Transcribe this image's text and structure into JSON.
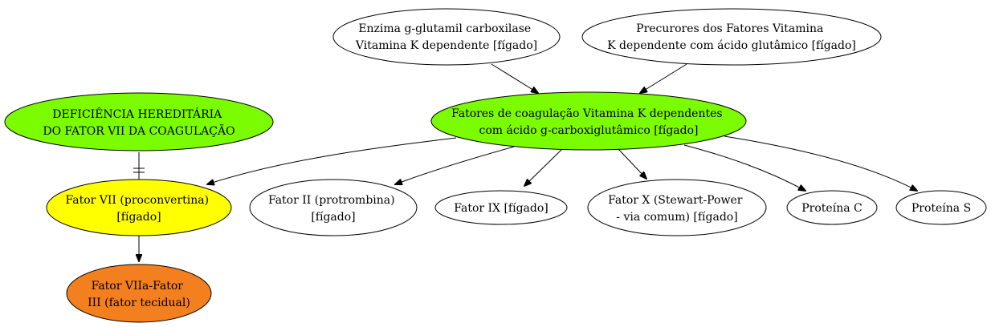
{
  "colors": {
    "green": "#7cfc00",
    "yellow": "#ffff00",
    "orange": "#f47f1f",
    "white": "#ffffff"
  },
  "nodes": {
    "enzima": {
      "line1": "Enzima g-glutamil carboxilase",
      "line2": "Vitamina K dependente [fígado]"
    },
    "precursores": {
      "line1": "Precurores dos Fatores Vitamina",
      "line2": "K dependente com ácido glutâmico [fígado]"
    },
    "fatores": {
      "line1": "Fatores de coagulação Vitamina K dependentes",
      "line2": "com ácido g-carboxiglutâmico [fígado]"
    },
    "deficiencia": {
      "line1": "DEFICIÊNCIA HEREDITÁRIA",
      "line2": "DO FATOR VII DA COAGULAÇÃO"
    },
    "fator7": {
      "line1": "Fator VII (proconvertina)",
      "line2": "[fígado]"
    },
    "fator2": {
      "line1": "Fator II (protrombina)",
      "line2": "[fígado]"
    },
    "fator9": {
      "line1": "Fator IX [fígado]"
    },
    "fator10": {
      "line1": "Fator X (Stewart-Power",
      "line2": "- via comum) [fígado]"
    },
    "proteinaC": {
      "line1": "Proteína C"
    },
    "proteinaS": {
      "line1": "Proteína S"
    },
    "fator7a": {
      "line1": "Fator VIIa-Fator",
      "line2": "III (fator tecidual)"
    }
  }
}
